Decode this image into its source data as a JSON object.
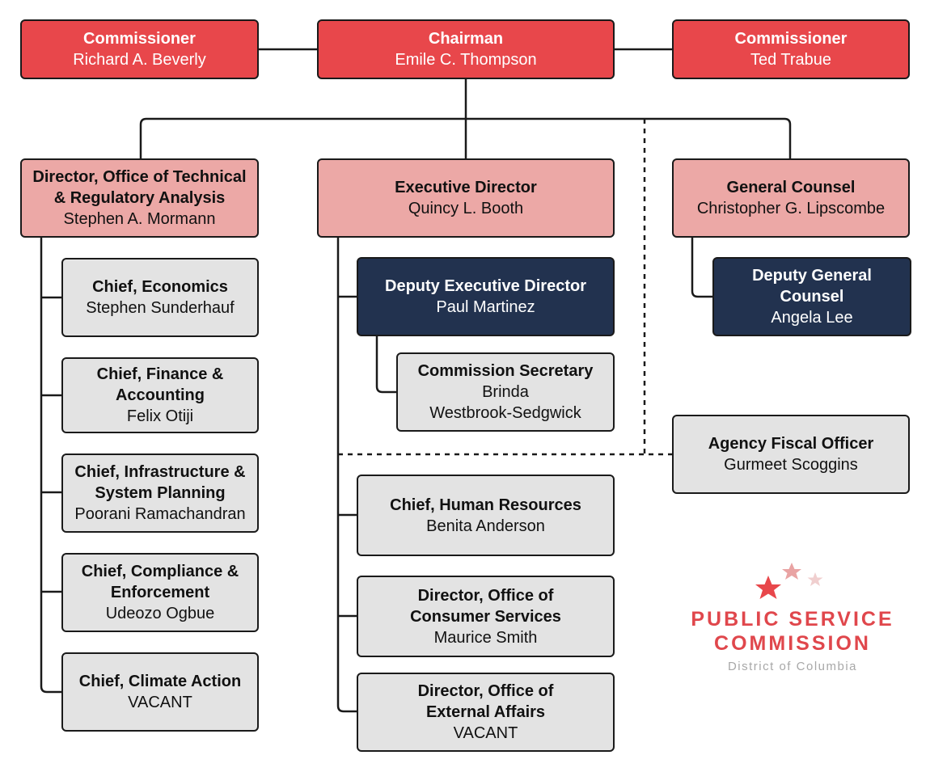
{
  "colors": {
    "commission_red": "#e8474b",
    "senior_pink": "#eca8a6",
    "deputy_navy": "#22324f",
    "staff_gray": "#e3e3e3",
    "logo_red": "#e0474c",
    "logo_gray": "#a8a8a8"
  },
  "nodes": {
    "commissioner_left": {
      "title": "Commissioner",
      "name": "Richard A. Beverly"
    },
    "chairman": {
      "title": "Chairman",
      "name": "Emile C. Thompson"
    },
    "commissioner_right": {
      "title": "Commissioner",
      "name": "Ted Trabue"
    },
    "director_tra": {
      "title": "Director, Office of Technical\n& Regulatory Analysis",
      "name": "Stephen A. Mormann"
    },
    "executive_director": {
      "title": "Executive Director",
      "name": "Quincy L. Booth"
    },
    "general_counsel": {
      "title": "General Counsel",
      "name": "Christopher G. Lipscombe"
    },
    "chief_economics": {
      "title": "Chief, Economics",
      "name": "Stephen Sunderhauf"
    },
    "chief_finance": {
      "title": "Chief, Finance &\nAccounting",
      "name": "Felix Otiji"
    },
    "chief_infrastructure": {
      "title": "Chief, Infrastructure &\nSystem Planning",
      "name": "Poorani Ramachandran"
    },
    "chief_compliance": {
      "title": "Chief, Compliance &\nEnforcement",
      "name": "Udeozo Ogbue"
    },
    "chief_climate": {
      "title": "Chief, Climate Action",
      "name": "VACANT"
    },
    "deputy_executive_director": {
      "title": "Deputy Executive Director",
      "name": "Paul Martinez"
    },
    "commission_secretary": {
      "title": "Commission Secretary",
      "name": "Brinda\nWestbrook-Sedgwick"
    },
    "chief_hr": {
      "title": "Chief, Human Resources",
      "name": "Benita Anderson"
    },
    "director_consumer": {
      "title": "Director, Office of\nConsumer Services",
      "name": "Maurice Smith"
    },
    "director_external": {
      "title": "Director, Office of\nExternal Affairs",
      "name": "VACANT"
    },
    "deputy_general_counsel": {
      "title": "Deputy General\nCounsel",
      "name": "Angela Lee"
    },
    "agency_fiscal_officer": {
      "title": "Agency Fiscal Officer",
      "name": "Gurmeet Scoggins"
    }
  },
  "logo": {
    "line1": "PUBLIC SERVICE",
    "line2": "COMMISSION",
    "line3": "District of Columbia",
    "icon": "three-stars-icon"
  }
}
